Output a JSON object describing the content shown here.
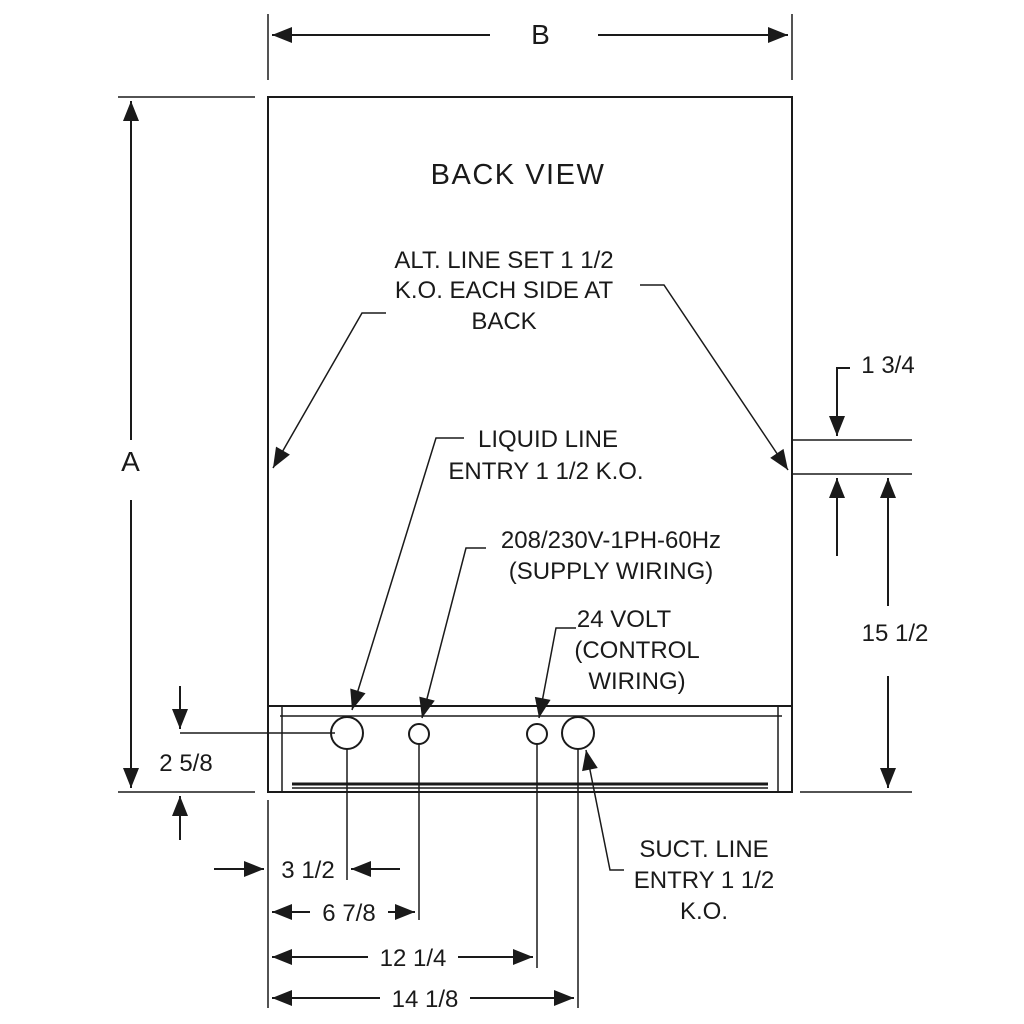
{
  "colors": {
    "ink": "#1a1a1a",
    "background": "#ffffff"
  },
  "dimensions": {
    "width_b": "B",
    "height_a": "A",
    "side_offset": "1 3/4",
    "side_height": "15 1/2",
    "bottom_height": "2 5/8",
    "liquid_offset": "3 1/2",
    "supply_offset": "6 7/8",
    "control_offset": "12 1/4",
    "suction_offset": "14 1/8"
  },
  "labels": {
    "view_title": "BACK VIEW",
    "alt_line": [
      "ALT. LINE SET 1 1/2",
      "K.O. EACH SIDE AT",
      "BACK"
    ],
    "liquid_line": [
      "LIQUID LINE",
      "ENTRY 1 1/2  K.O."
    ],
    "supply_wiring": [
      "208/230V-1PH-60Hz",
      "(SUPPLY WIRING)"
    ],
    "control_wiring": [
      "24 VOLT",
      "(CONTROL",
      "WIRING)"
    ],
    "suction_line": [
      "SUCT. LINE",
      "ENTRY 1 1/2",
      "K.O."
    ]
  }
}
